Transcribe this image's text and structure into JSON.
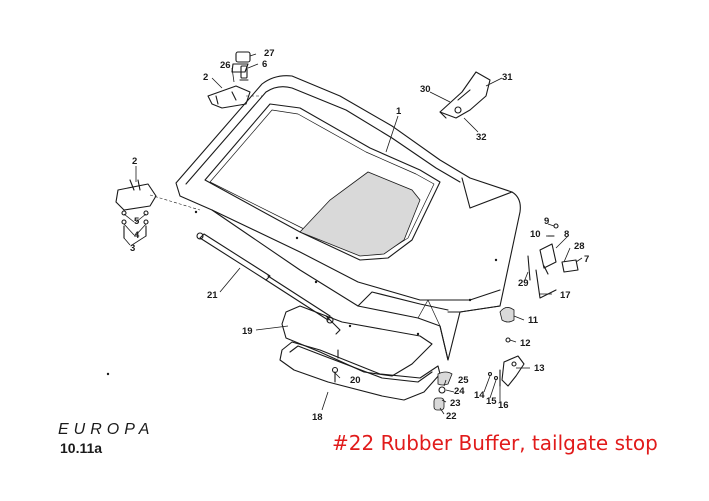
{
  "brand_logo": "EUROPA",
  "diagram_code": "10.11a",
  "caption": "#22 Rubber Buffer, tailgate stop",
  "caption_color": "#e11b1b",
  "callouts": [
    "1",
    "2",
    "2",
    "3",
    "4",
    "5",
    "6",
    "7",
    "8",
    "9",
    "10",
    "11",
    "12",
    "13",
    "14",
    "15",
    "16",
    "17",
    "18",
    "19",
    "20",
    "21",
    "22",
    "23",
    "24",
    "25",
    "26",
    "27",
    "28",
    "29",
    "30",
    "31",
    "32"
  ]
}
